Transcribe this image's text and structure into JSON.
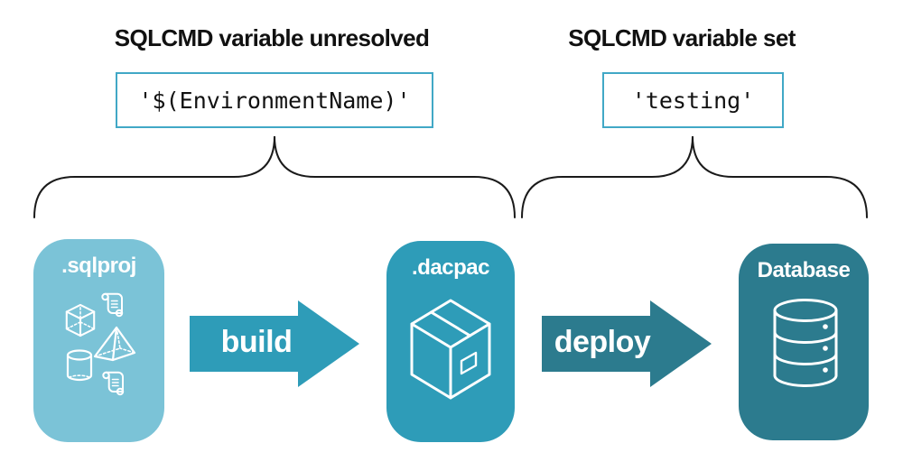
{
  "sections": [
    {
      "heading": "SQLCMD variable unresolved",
      "code": "'$(EnvironmentName)'"
    },
    {
      "heading": "SQLCMD variable set",
      "code": "'testing'"
    }
  ],
  "pipeline": {
    "nodes": [
      {
        "label": ".sqlproj",
        "color": "#7bc3d7",
        "icons": [
          "cube-icon",
          "script-scroll-icon",
          "pyramid-icon",
          "cylinder-icon",
          "script-scroll-icon"
        ]
      },
      {
        "label": ".dacpac",
        "color": "#2e9cb8",
        "icons": [
          "package-icon"
        ]
      },
      {
        "label": "Database",
        "color": "#2c7b8e",
        "icons": [
          "database-icon"
        ]
      }
    ],
    "arrows": [
      {
        "label": "build",
        "color": "#2e9cb8"
      },
      {
        "label": "deploy",
        "color": "#2c7b8e"
      }
    ]
  },
  "style": {
    "code_box_border": "#41a8c6",
    "brace_color": "#1a1a1a",
    "heading_text_color": "#111111",
    "node_text_color": "#ffffff",
    "background": "#ffffff"
  }
}
